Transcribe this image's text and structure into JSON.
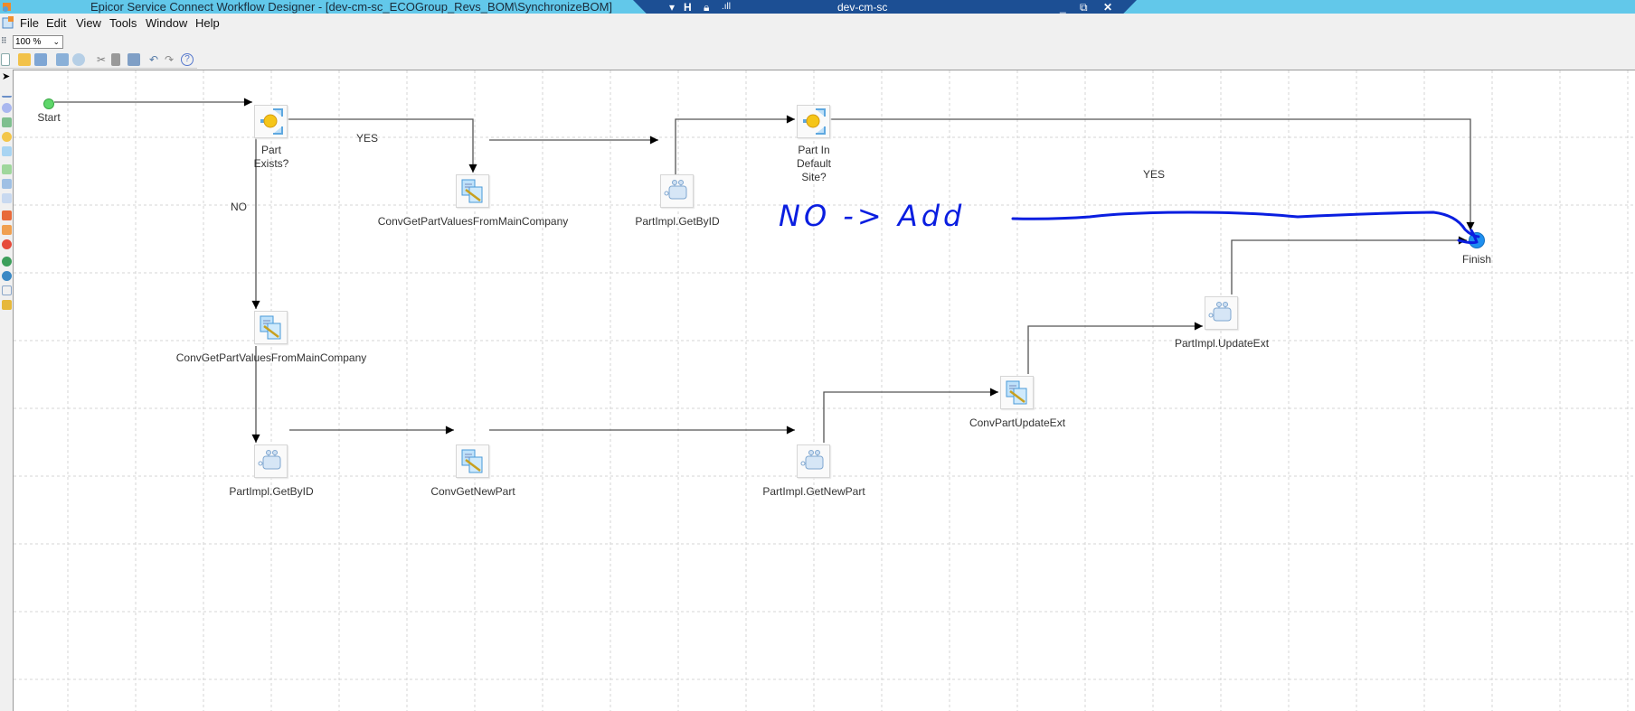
{
  "window": {
    "title": "Epicor Service Connect Workflow Designer - [dev-cm-sc_ECOGroup_Revs_BOM\\SynchronizeBOM]"
  },
  "remote_bar": {
    "host": "dev-cm-sc",
    "icons": [
      "pin-icon",
      "lock-icon",
      "signal-icon",
      "minimize-icon",
      "restore-icon",
      "close-icon"
    ]
  },
  "menu": [
    "File",
    "Edit",
    "View",
    "Tools",
    "Window",
    "Help"
  ],
  "zoom": {
    "value": "100 %"
  },
  "toolbar": [
    "new-icon",
    "open-icon",
    "save-icon",
    "print-icon",
    "print-preview-icon",
    "cut-icon",
    "copy-icon",
    "paste-icon",
    "undo-icon",
    "redo-icon",
    "help-icon"
  ],
  "workflow": {
    "nodes": {
      "start": "Start",
      "part_exists": "Part\nExists?",
      "conv1": "ConvGetPartValuesFromMainCompany",
      "getbyid1": "PartImpl.GetByID",
      "default_site": "Part In\nDefault\nSite?",
      "finish": "Finish",
      "conv2": "ConvGetPartValuesFromMainCompany",
      "getbyid2": "PartImpl.GetByID",
      "conv_new": "ConvGetNewPart",
      "get_new": "PartImpl.GetNewPart",
      "conv_update": "ConvPartUpdateExt",
      "update_ext": "PartImpl.UpdateExt"
    },
    "edge_labels": {
      "yes1": "YES",
      "no1": "NO",
      "yes2": "YES"
    },
    "annotation": {
      "text": "NO -> Add",
      "color": "#0a1ee0"
    }
  }
}
